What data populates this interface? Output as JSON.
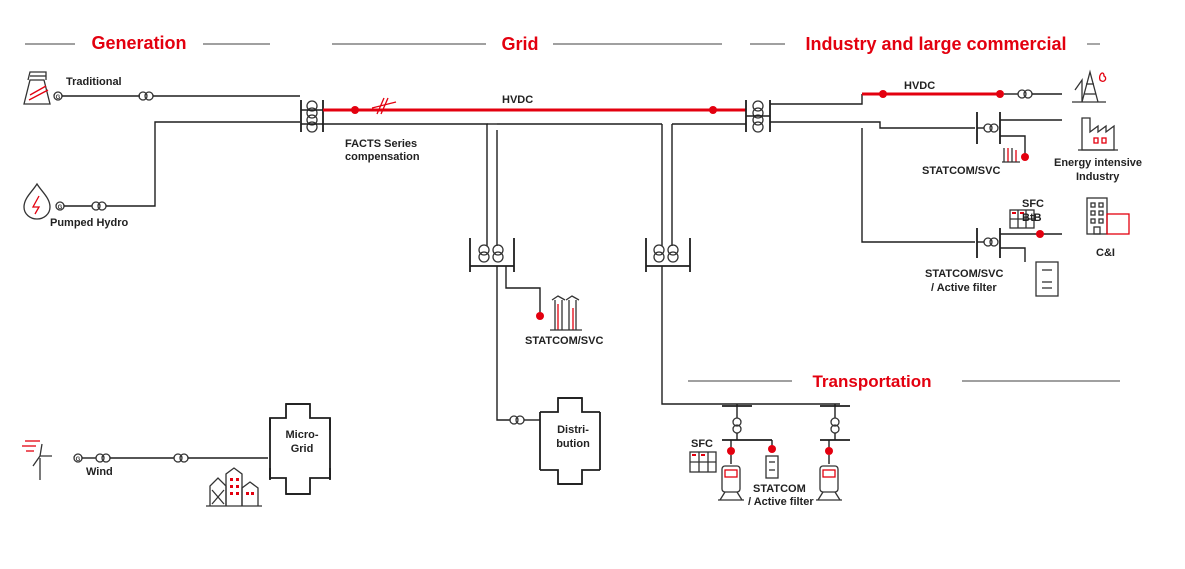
{
  "colors": {
    "accent": "#e3000f",
    "line": "#1e1e1e",
    "separator": "#808080"
  },
  "sections": {
    "generation": "Generation",
    "grid": "Grid",
    "industry": "Industry and large commercial",
    "transportation": "Transportation"
  },
  "labels": {
    "traditional": "Traditional",
    "pumped_hydro": "Pumped Hydro",
    "wind": "Wind",
    "hvdc_grid": "HVDC",
    "facts": [
      "FACTS Series",
      "compensation"
    ],
    "statcom_grid": "STATCOM/SVC",
    "microgrid": [
      "Micro-",
      "Grid"
    ],
    "distribution": [
      "Distri-",
      "bution"
    ],
    "hvdc_industry": "HVDC",
    "energy_intensive": [
      "Energy intensive",
      "Industry"
    ],
    "statcom_industry": "STATCOM/SVC",
    "sfc_btb": [
      "SFC",
      "BtB"
    ],
    "ci": "C&I",
    "statcom_filter": [
      "STATCOM/SVC",
      "/ Active filter"
    ],
    "sfc": "SFC",
    "statcom_transport": [
      "STATCOM",
      "/ Active filter"
    ]
  },
  "icons": [
    "power-plant-icon",
    "water-drop-icon",
    "wind-turbine-icon",
    "buildings-icon",
    "oil-derrick-icon",
    "factory-icon",
    "office-building-icon",
    "train-icon",
    "statcom-equipment-icon",
    "sfc-cabinet-icon",
    "filter-cabinet-icon"
  ]
}
